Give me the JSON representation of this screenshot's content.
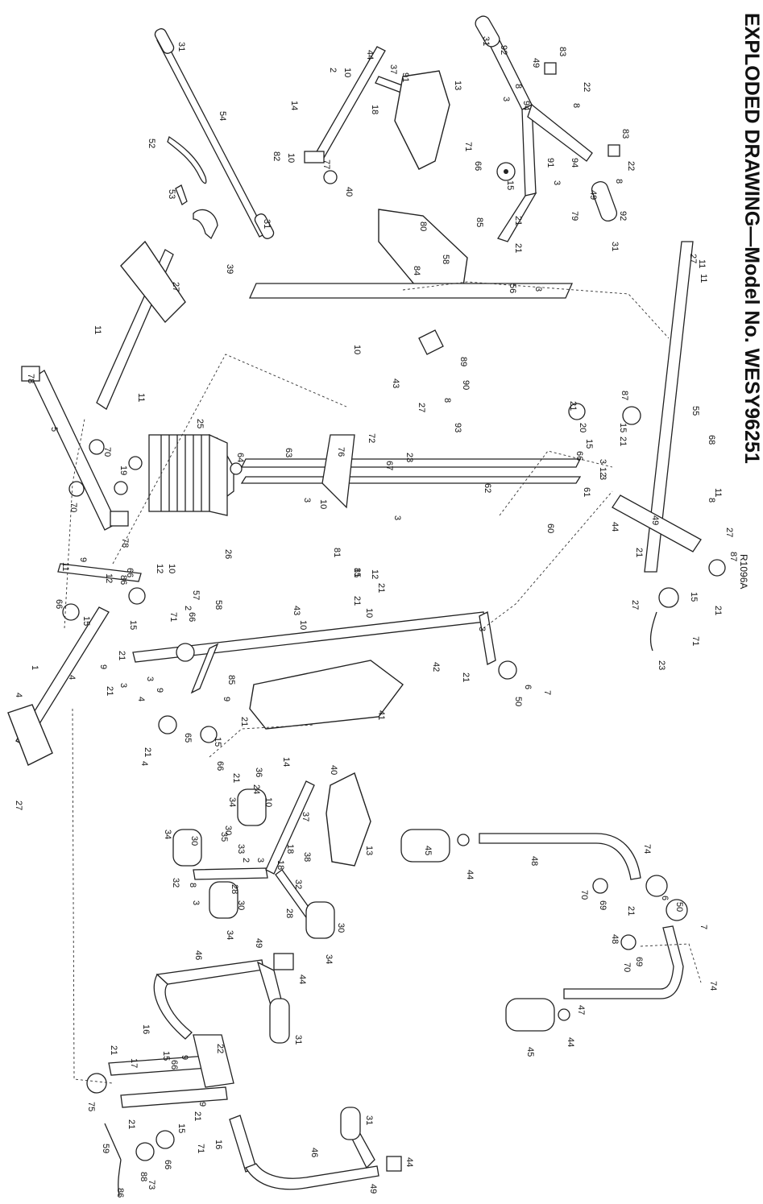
{
  "title": "EXPLODED DRAWING—Model No. WESY96251",
  "drawing_id": "R1096A",
  "parts": [
    "1",
    "2",
    "3",
    "4",
    "5",
    "6",
    "7",
    "8",
    "9",
    "10",
    "11",
    "12",
    "13",
    "14",
    "15",
    "16",
    "17",
    "18",
    "19",
    "20",
    "21",
    "22",
    "23",
    "24",
    "25",
    "26",
    "27",
    "28",
    "29",
    "30",
    "31",
    "32",
    "33",
    "34",
    "35",
    "36",
    "37",
    "38",
    "39",
    "40",
    "41",
    "42",
    "43",
    "44",
    "45",
    "46",
    "47",
    "48",
    "49",
    "50",
    "51",
    "52",
    "53",
    "54",
    "55",
    "56",
    "57",
    "58",
    "59",
    "60",
    "61",
    "62",
    "63",
    "64",
    "65",
    "66",
    "67",
    "68",
    "69",
    "70",
    "71",
    "72",
    "73",
    "74",
    "75",
    "76",
    "77",
    "78",
    "79",
    "80",
    "81",
    "82",
    "83",
    "84",
    "85",
    "86",
    "87",
    "88",
    "89",
    "90",
    "91",
    "92",
    "93",
    "94"
  ]
}
